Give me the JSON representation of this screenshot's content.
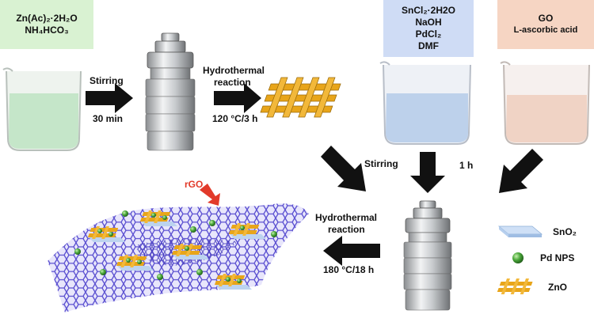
{
  "reagents_zn": {
    "line1": "Zn(Ac)₂·2H₂O",
    "line2": "NH₄HCO₃",
    "bg": "#d9f2d2"
  },
  "reagents_sn": {
    "line1": "SnCl₂·2H2O",
    "line2": "NaOH",
    "line3": "PdCl₂",
    "line4": "DMF",
    "bg": "#cfdcf5"
  },
  "reagents_go": {
    "line1": "GO",
    "line2": "L-ascorbic acid",
    "bg": "#f6d5c3"
  },
  "steps": {
    "stirring_1": "Stirring",
    "stirring_1_time": "30 min",
    "hydro_1": "Hydrothermal",
    "hydro_1_b": "reaction",
    "hydro_1_cond": "120 °C/3 h",
    "stirring_2": "Stirring",
    "stirring_2_time": "1 h",
    "hydro_2": "Hydrothermal",
    "hydro_2_b": "reaction",
    "hydro_2_cond": "180 °C/18 h"
  },
  "annotation": {
    "rgo": "rGO"
  },
  "legend": [
    {
      "label": "SnO₂",
      "icon": "sno2-slab-icon"
    },
    {
      "label": "Pd NPS",
      "icon": "pd-sphere-icon"
    },
    {
      "label": "ZnO",
      "icon": "zno-lattice-icon"
    }
  ],
  "colors": {
    "graphene": "#5a4fd0",
    "zno": "#e8a51a",
    "pd": "#4aa83a",
    "arrow": "#111111",
    "rgo_arrow": "#e23a2a"
  }
}
